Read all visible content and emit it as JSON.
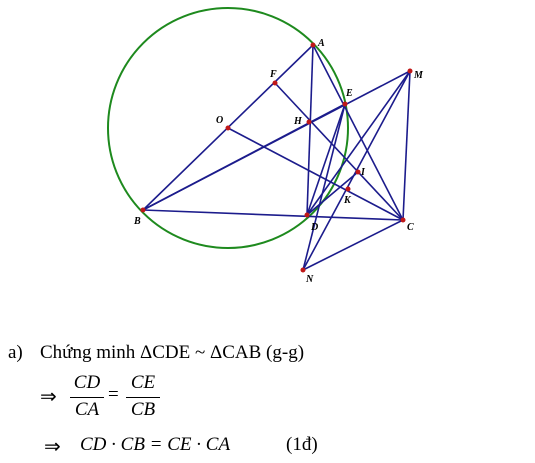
{
  "figure": {
    "point_labels": {
      "A": "A",
      "F": "F",
      "O": "O",
      "E": "E",
      "M": "M",
      "H": "H",
      "I": "I",
      "K": "K",
      "B": "B",
      "D": "D",
      "C": "C",
      "N": "N"
    },
    "colors": {
      "lines": "#1c1c8c",
      "circle": "#1e8a1e",
      "points": "#c01818"
    }
  },
  "solution": {
    "part_a_prefix": "a)",
    "part_a_text": "Chứng minh ΔCDE ~ ΔCAB (g-g)",
    "arrow1": "⇒",
    "frac1_num": "CD",
    "frac1_den": "CA",
    "equals": "=",
    "frac2_num": "CE",
    "frac2_den": "CB",
    "arrow2": "⇒",
    "product": "CD · CB = CE · CA",
    "score": "(1đ)"
  }
}
